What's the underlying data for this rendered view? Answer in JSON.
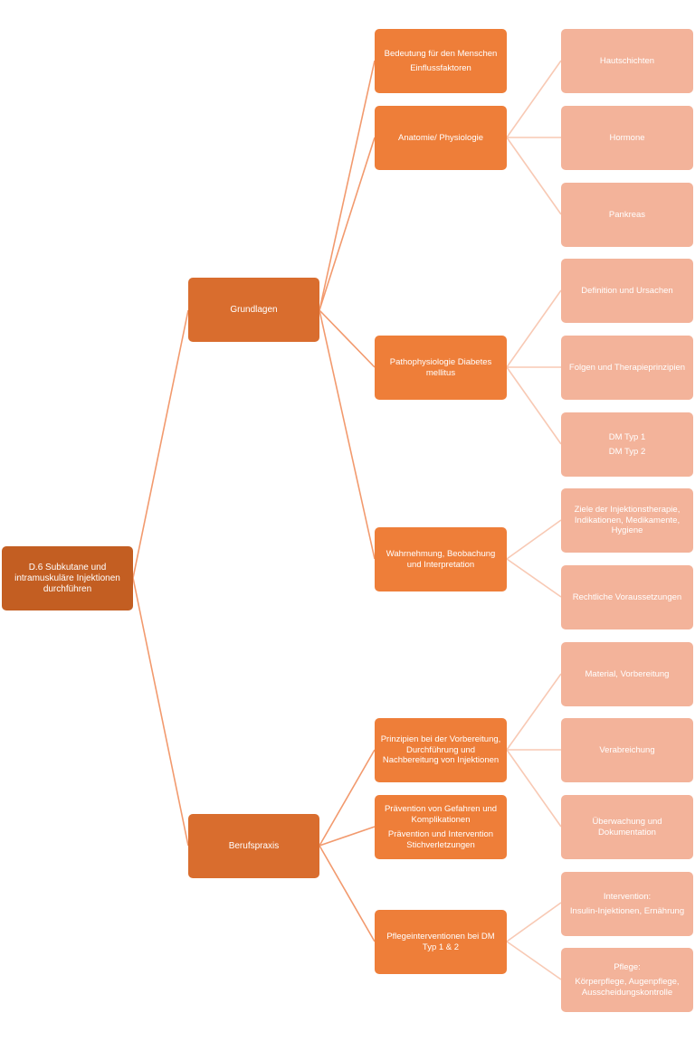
{
  "colors": {
    "root": "#C35E22",
    "level1": "#D96D2E",
    "level2": "#EE7E39",
    "level3": "#F3B39A",
    "connector_main": "#F29A6E",
    "connector_light": "#F8C9B4"
  },
  "root": {
    "lines": [
      "D.6 Subkutane und",
      "intramuskuläre Injektionen",
      "durchführen"
    ]
  },
  "grundlagen": {
    "label": "Grundlagen",
    "bedeutung": {
      "lines": [
        "Bedeutung für den Menschen",
        "Einflussfaktoren"
      ]
    },
    "anatomie": {
      "label": "Anatomie/ Physiologie",
      "hautschichten": "Hautschichten",
      "hormone": "Hormone",
      "pankreas": "Pankreas"
    },
    "patho": {
      "lines": [
        "Pathophysiologie Diabetes",
        "mellitus"
      ],
      "definition": "Definition und Ursachen",
      "folgen": "Folgen und Therapieprinzipien",
      "dmtyp": {
        "line1": "DM Typ 1",
        "line2": "DM Typ 2"
      }
    },
    "wahrnehmung": {
      "lines": [
        "Wahrnehmung, Beobachung",
        "und Interpretation"
      ],
      "ziele": {
        "lines": [
          "Ziele der Injektionstherapie,",
          "Indikationen, Medikamente,",
          "Hygiene"
        ]
      },
      "rechtlich": "Rechtliche Voraussetzungen"
    }
  },
  "berufspraxis": {
    "label": "Berufspraxis",
    "prinzipien": {
      "lines": [
        "Prinzipien bei der Vorbereitung,",
        "Durchführung und",
        "Nachbereitung von Injektionen"
      ],
      "material": "Material, Vorbereitung",
      "verabreichung": "Verabreichung",
      "ueberwachung": {
        "lines": [
          "Überwachung und",
          "Dokumentation"
        ]
      }
    },
    "praevention": {
      "block1": [
        "Prävention von Gefahren und",
        "Komplikationen"
      ],
      "block2": [
        "Prävention und Intervention",
        "Stichverletzungen"
      ]
    },
    "pflegeinterventionen": {
      "lines": [
        "Pflegeinterventionen bei DM",
        "Typ 1 & 2"
      ],
      "intervention": {
        "line1": "Intervention:",
        "line2": "Insulin-Injektionen, Ernährung"
      },
      "pflege": {
        "lines": [
          "Pflege:",
          "Körperpflege, Augenpflege,",
          "Ausscheidungskontrolle"
        ]
      }
    }
  }
}
